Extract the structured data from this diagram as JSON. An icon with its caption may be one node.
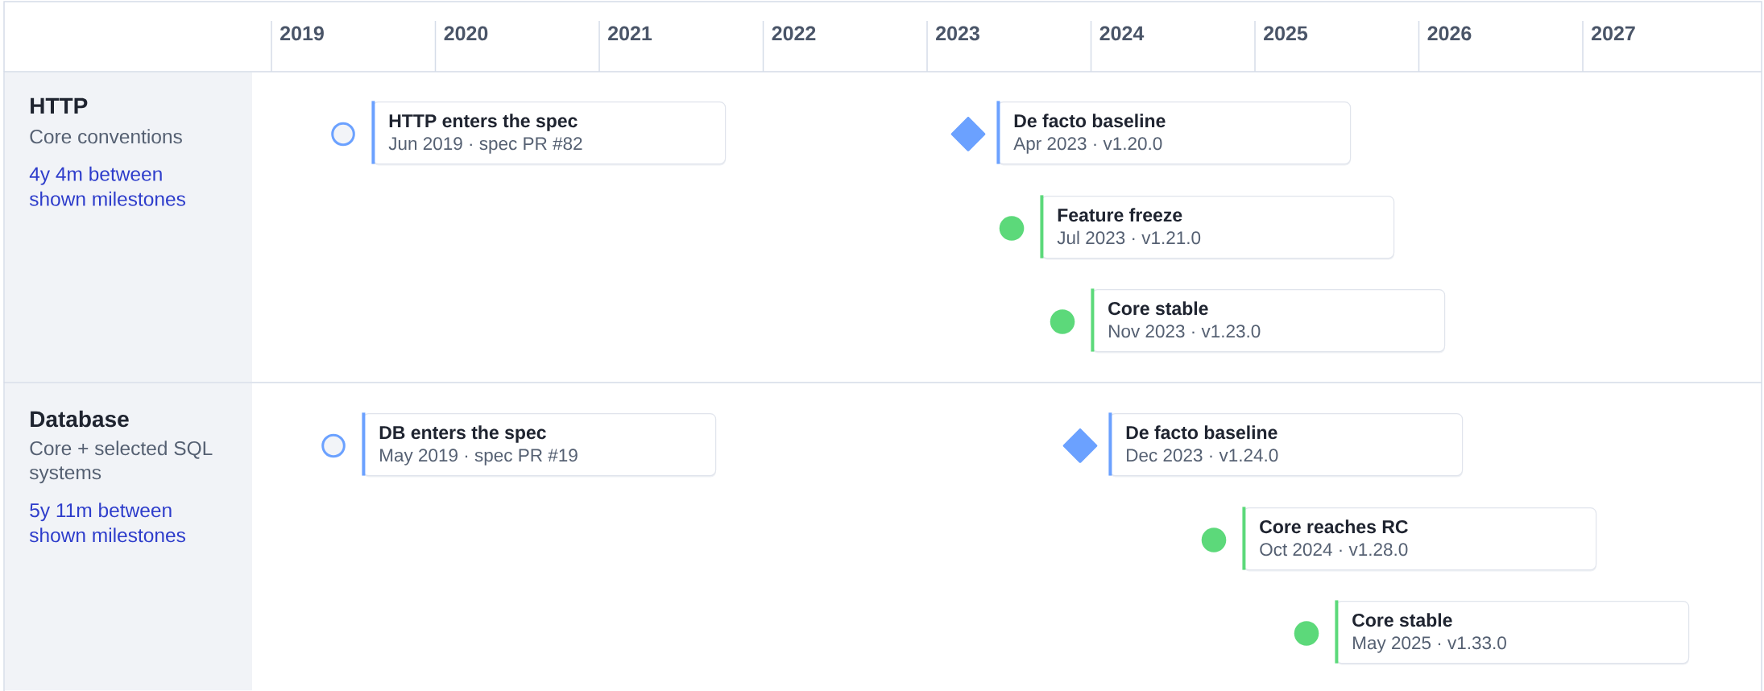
{
  "diagram": {
    "nodes": [
      {
        "text": [
          "HTTP",
          "Core conventions",
          "4y 4m between shown milestones"
        ]
      },
      {
        "text": [
          "HTTP enters the spec",
          "Jun 2019 · spec PR #82"
        ],
        "in": 0
      },
      {
        "text": [
          "De facto baseline",
          "Apr 2023 · v1.20.0"
        ],
        "in": 0
      },
      {
        "text": [
          "Feature freeze",
          "Jul 2023 · v1.21.0"
        ],
        "in": 0
      },
      {
        "text": [
          "Core stable",
          "Nov 2023 · v1.23.0"
        ],
        "in": 0
      },
      {
        "text": [
          "Database",
          "Core + selected SQL systems",
          "5y 11m between shown milestones"
        ]
      },
      {
        "text": [
          "DB enters the spec",
          "May 2019 · spec PR #19"
        ],
        "in": 5
      },
      {
        "text": [
          "De facto baseline",
          "Dec 2023 · v1.24.0"
        ],
        "in": 5
      },
      {
        "text": [
          "Core reaches RC",
          "Oct 2024 · v1.28.0"
        ],
        "in": 5
      },
      {
        "text": [
          "Core stable",
          "May 2025 · v1.33.0"
        ],
        "in": 5
      }
    ],
    "labels": [
      "2019",
      "2020",
      "2021",
      "2022",
      "2023",
      "2024",
      "2025",
      "2026",
      "2027"
    ]
  }
}
